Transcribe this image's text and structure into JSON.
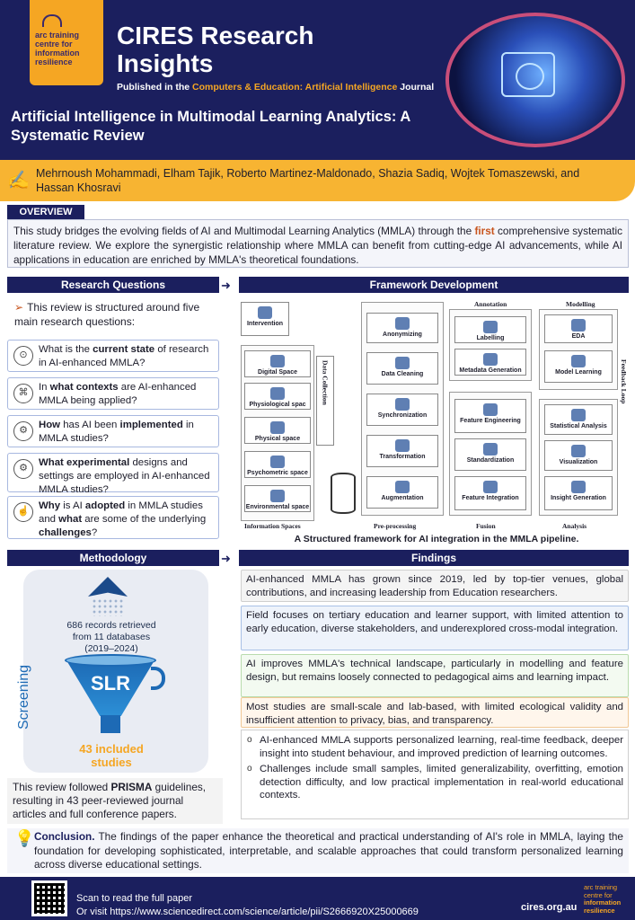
{
  "header": {
    "logo_line1": "arc training",
    "logo_line2": "centre for",
    "logo_line3": "information",
    "logo_line4": "resilience",
    "title": "CIRES Research Insights",
    "published_prefix": "Published in the ",
    "published_journal": "Computers & Education: Artificial Intelligence",
    "published_suffix": " Journal",
    "paper_title": "Artificial Intelligence in Multimodal Learning Analytics: A Systematic Review"
  },
  "authors": "Mehrnoush Mohammadi, Elham Tajik, Roberto Martinez-Maldonado, Shazia Sadiq, Wojtek Tomaszewski, and Hassan Khosravi",
  "overview": {
    "label": "OVERVIEW",
    "text_before": "This study bridges the evolving fields of AI and Multimodal Learning Analytics (MMLA) through the ",
    "highlight": "first",
    "text_after": " comprehensive systematic literature review. We explore the synergistic relationship where MMLA can benefit from cutting-edge AI advancements, while AI applications in education are enriched by MMLA's theoretical foundations."
  },
  "research_questions": {
    "label": "Research Questions",
    "intro": "This review is structured around five main research questions:",
    "items": [
      {
        "b1": "What is the ",
        "bold1": "current state",
        "b2": " of research in AI-enhanced MMLA?"
      },
      {
        "b1": "In ",
        "bold1": "what contexts",
        "b2": " are AI-enhanced MMLA being applied?"
      },
      {
        "b1": "",
        "bold1": "How",
        "b2": " has AI been ",
        "bold2": "implemented",
        "b3": " in MMLA studies?"
      },
      {
        "b1": "",
        "bold1": "What experimental",
        "b2": " designs and settings are employed in AI-enhanced MMLA studies?"
      },
      {
        "b1": "",
        "bold1": "Why",
        "b2": " is AI ",
        "bold2": "adopted",
        "b3": " in MMLA studies and ",
        "bold3": "what",
        "b4": " are some of the underlying ",
        "bold4": "challenges",
        "b5": "?"
      }
    ]
  },
  "framework": {
    "label": "Framework Development",
    "caption": "A Structured framework for AI integration in the MMLA pipeline.",
    "intervention": "Intervention",
    "spaces": [
      "Digital Space",
      "Physiological spac",
      "Physical space",
      "Psychometric space",
      "Environmental space"
    ],
    "data_collection": "Data Collection",
    "preprocessing": [
      "Anonymizing",
      "Data Cleaning",
      "Synchronization",
      "Transformation",
      "Augmentation"
    ],
    "annotation_label": "Annotation",
    "annotation": [
      "Labelling",
      "Metadata Generation"
    ],
    "fusion": [
      "Feature Engineering",
      "Standardization",
      "Feature Integration"
    ],
    "modelling_label": "Modelling",
    "modelling": [
      "EDA",
      "Model Learning"
    ],
    "analysis": [
      "Statistical Analysis",
      "Visualization",
      "Insight Generation"
    ],
    "feedback": "Feedback Loop",
    "col_labels": [
      "Information Spaces",
      "Pre-processing",
      "Fusion",
      "Analysis"
    ]
  },
  "methodology": {
    "label": "Methodology",
    "records_line1": "686 records retrieved",
    "records_line2": "from 11 databases",
    "records_line3": "(2019–2024)",
    "slr": "SLR",
    "screening": "Screening",
    "included_line1": "43 included",
    "included_line2": "studies",
    "note_before": "This review followed ",
    "note_bold": "PRISMA",
    "note_after": " guidelines, resulting in 43 peer-reviewed journal articles and full conference papers."
  },
  "findings": {
    "label": "Findings",
    "boxes": [
      "AI-enhanced MMLA has grown since 2019, led by top-tier venues, global contributions, and increasing leadership from Education researchers.",
      "Field focuses on tertiary education and learner support, with limited attention to early education, diverse stakeholders, and underexplored cross-modal integration.",
      "AI improves MMLA's technical landscape, particularly in modelling and feature design, but remains loosely connected to pedagogical aims and learning impact.",
      "Most studies are small-scale and lab-based, with limited ecological validity and insufficient attention to privacy, bias, and transparency."
    ],
    "bullets": [
      "AI-enhanced MMLA supports personalized learning, real-time feedback, deeper insight into student behaviour, and improved prediction of learning outcomes.",
      "Challenges include small samples, limited generalizability, overfitting, emotion detection difficulty, and low practical implementation in real-world educational contexts."
    ]
  },
  "conclusion": {
    "title": "Conclusion.",
    "text": " The findings of the paper enhance the theoretical and practical understanding of AI's role in MMLA, laying the foundation for developing sophisticated, interpretable, and scalable approaches that could transform personalized learning across diverse educational settings."
  },
  "footer": {
    "scan": "Scan to read the full paper",
    "visit": "Or  visit https://www.sciencedirect.com/science/article/pii/S2666920X25000669",
    "site": "cires.org.au",
    "logo_line1": "arc training",
    "logo_line2": "centre for",
    "logo_line3": "information",
    "logo_line4": "resilience"
  }
}
